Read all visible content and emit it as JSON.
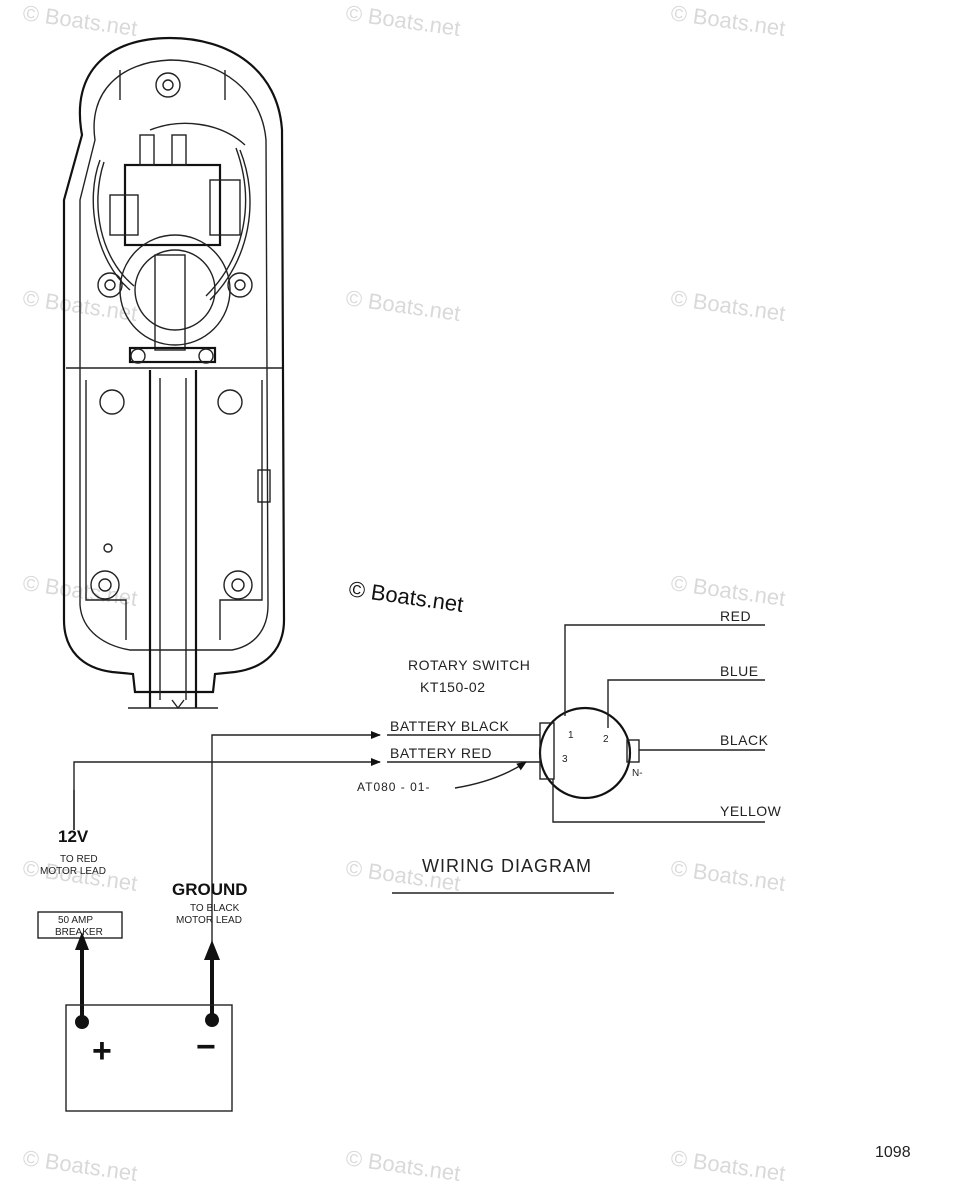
{
  "watermarks": {
    "text": "Boats.net",
    "main": "Boats.net"
  },
  "copyright_symbol": "©",
  "switch": {
    "title_line1": "ROTARY SWITCH",
    "title_line2": "KT150-02",
    "part_ref": "AT080 - 01-",
    "pin1": "1",
    "pin2": "2",
    "pin3": "3",
    "pin_n": "N-"
  },
  "wires": {
    "red": "RED",
    "blue": "BLUE",
    "black": "BLACK",
    "yellow": "YELLOW",
    "battery_black": "BATTERY BLACK",
    "battery_red": "BATTERY RED"
  },
  "battery": {
    "positive_label": "12V",
    "positive_sub1": "TO RED",
    "positive_sub2": "MOTOR LEAD",
    "breaker_line1": "50 AMP",
    "breaker_line2": "BREAKER",
    "ground_label": "GROUND",
    "ground_sub1": "TO BLACK",
    "ground_sub2": "MOTOR LEAD",
    "plus": "+",
    "minus": "−"
  },
  "diagram_title": "WIRING DIAGRAM",
  "page_number": "1098",
  "colors": {
    "ink": "#111111",
    "watermark": "#d9d9d9",
    "background": "#ffffff"
  }
}
